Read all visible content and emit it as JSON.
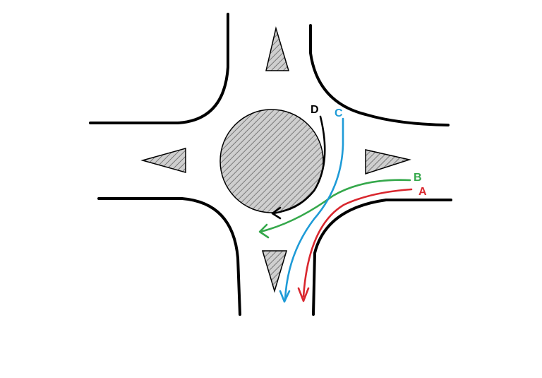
{
  "diagram": {
    "colors": {
      "road_edge": "#000000",
      "island_fill": "#cfcfcf",
      "hatch": "#555555"
    },
    "routes": [
      {
        "id": "A",
        "label": "A",
        "color": "#d9272e"
      },
      {
        "id": "B",
        "label": "B",
        "color": "#35a84b"
      },
      {
        "id": "C",
        "label": "C",
        "color": "#1e9bd7"
      },
      {
        "id": "D",
        "label": "D",
        "color": "#000000"
      }
    ]
  }
}
